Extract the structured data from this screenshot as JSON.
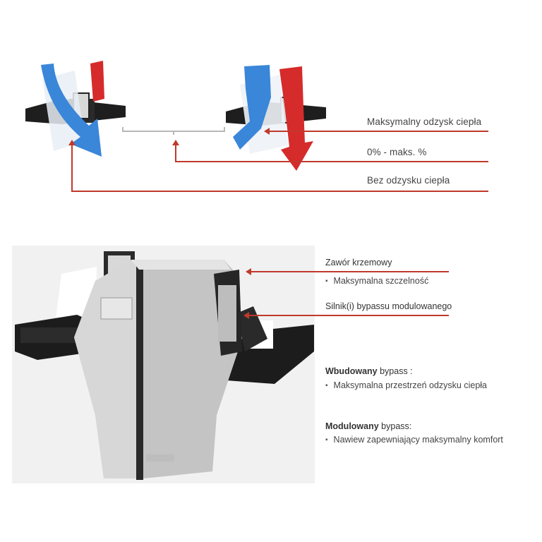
{
  "top_labels": {
    "max_recovery": "Maksymalny odzysk ciepła",
    "range": "0% - maks. %",
    "no_recovery": "Bez odzysku ciepła"
  },
  "valve": {
    "title": "Zawór krzemowy",
    "bullet": "Maksymalna szczelność"
  },
  "motor": {
    "title": "Silnik(i) bypassu modulowanego"
  },
  "built_in": {
    "title_bold": "Wbudowany",
    "title_rest": " bypass :",
    "bullet": "Maksymalna przestrzeń odzysku ciepła"
  },
  "modulated": {
    "title_bold": "Modulowany",
    "title_rest": " bypass:",
    "bullet": "Nawiew zapewniający maksymalny komfort"
  },
  "colors": {
    "accent_red": "#c0392b",
    "cold_blue": "#3a86d9",
    "warm_red": "#d62b2b"
  }
}
